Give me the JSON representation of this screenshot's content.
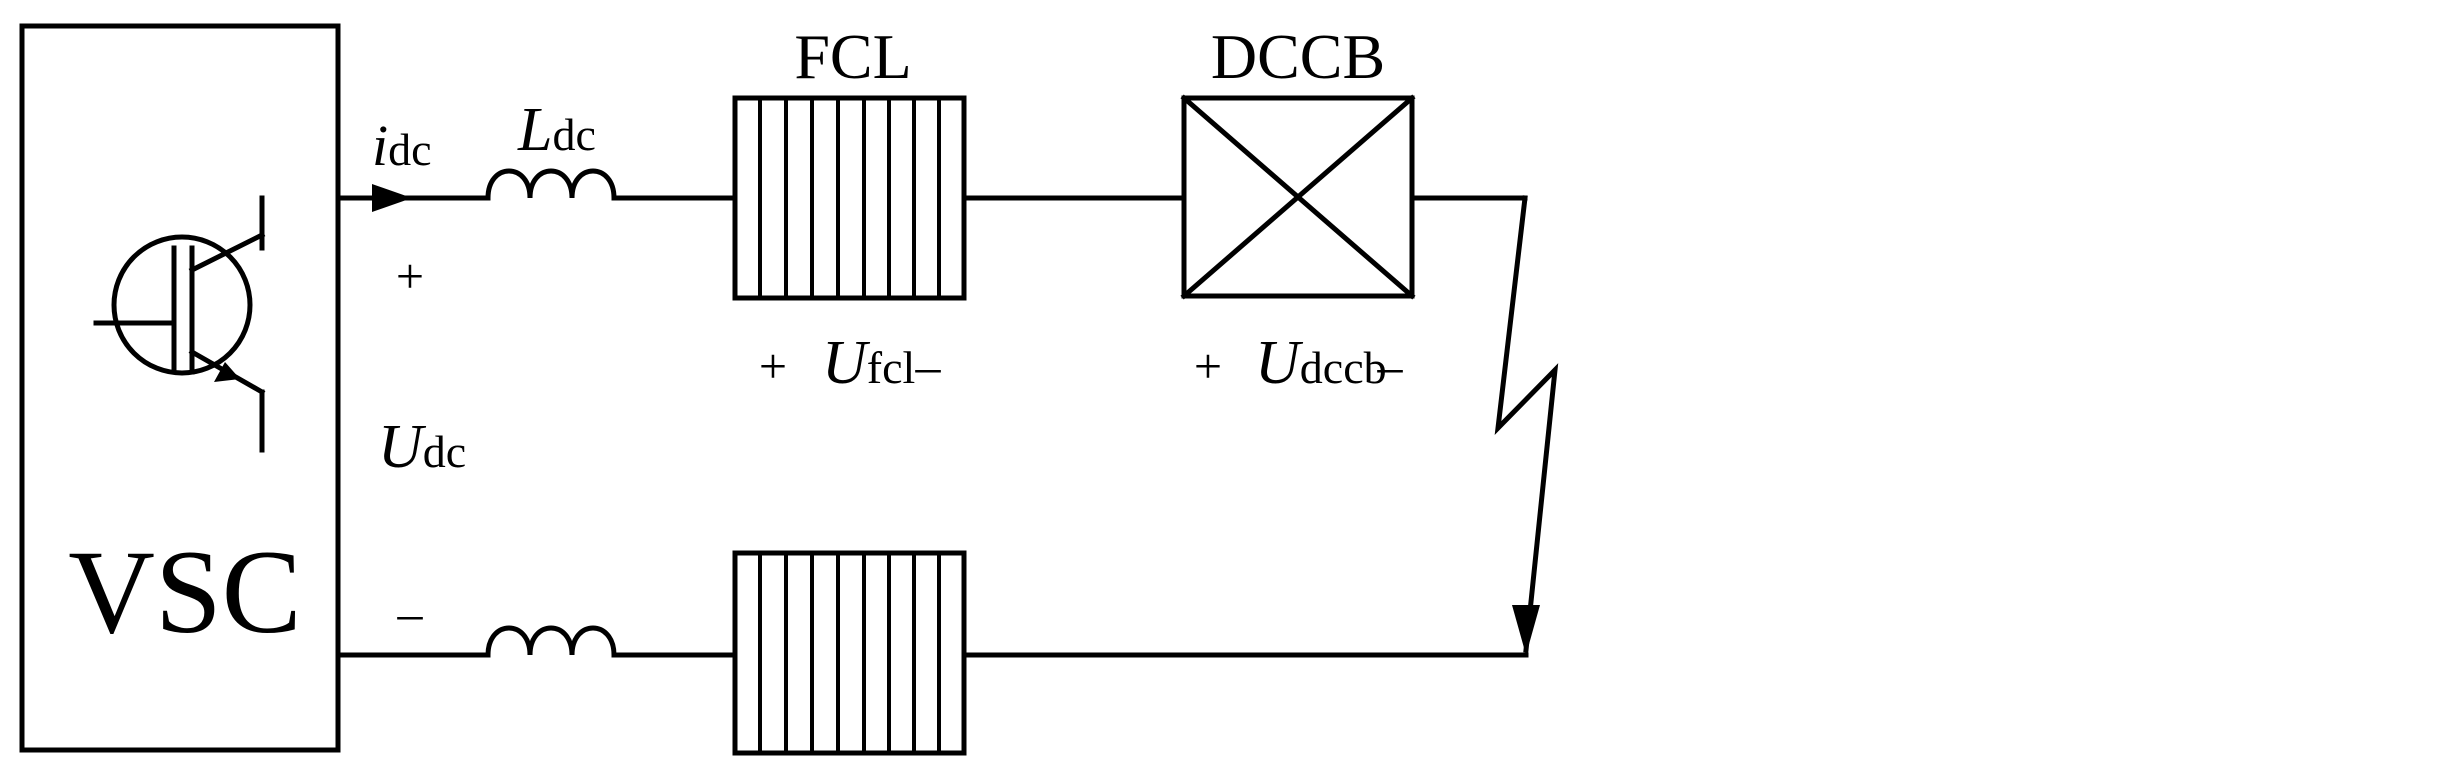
{
  "labels": {
    "converter": "VSC",
    "current_symbol": "i",
    "current_sub": "dc",
    "inductor_symbol": "L",
    "inductor_sub": "dc",
    "dc_voltage_symbol": "U",
    "dc_voltage_sub": "dc",
    "plus": "+",
    "minus": "–",
    "fcl_title": "FCL",
    "fcl_voltage_symbol": "U",
    "fcl_voltage_sub": "fcl",
    "dccb_title": "DCCB",
    "dccb_voltage_symbol": "U",
    "dccb_voltage_sub": "dccb"
  },
  "icons": {
    "transistor": "igbt-icon",
    "fault": "fault-lightning-icon"
  }
}
